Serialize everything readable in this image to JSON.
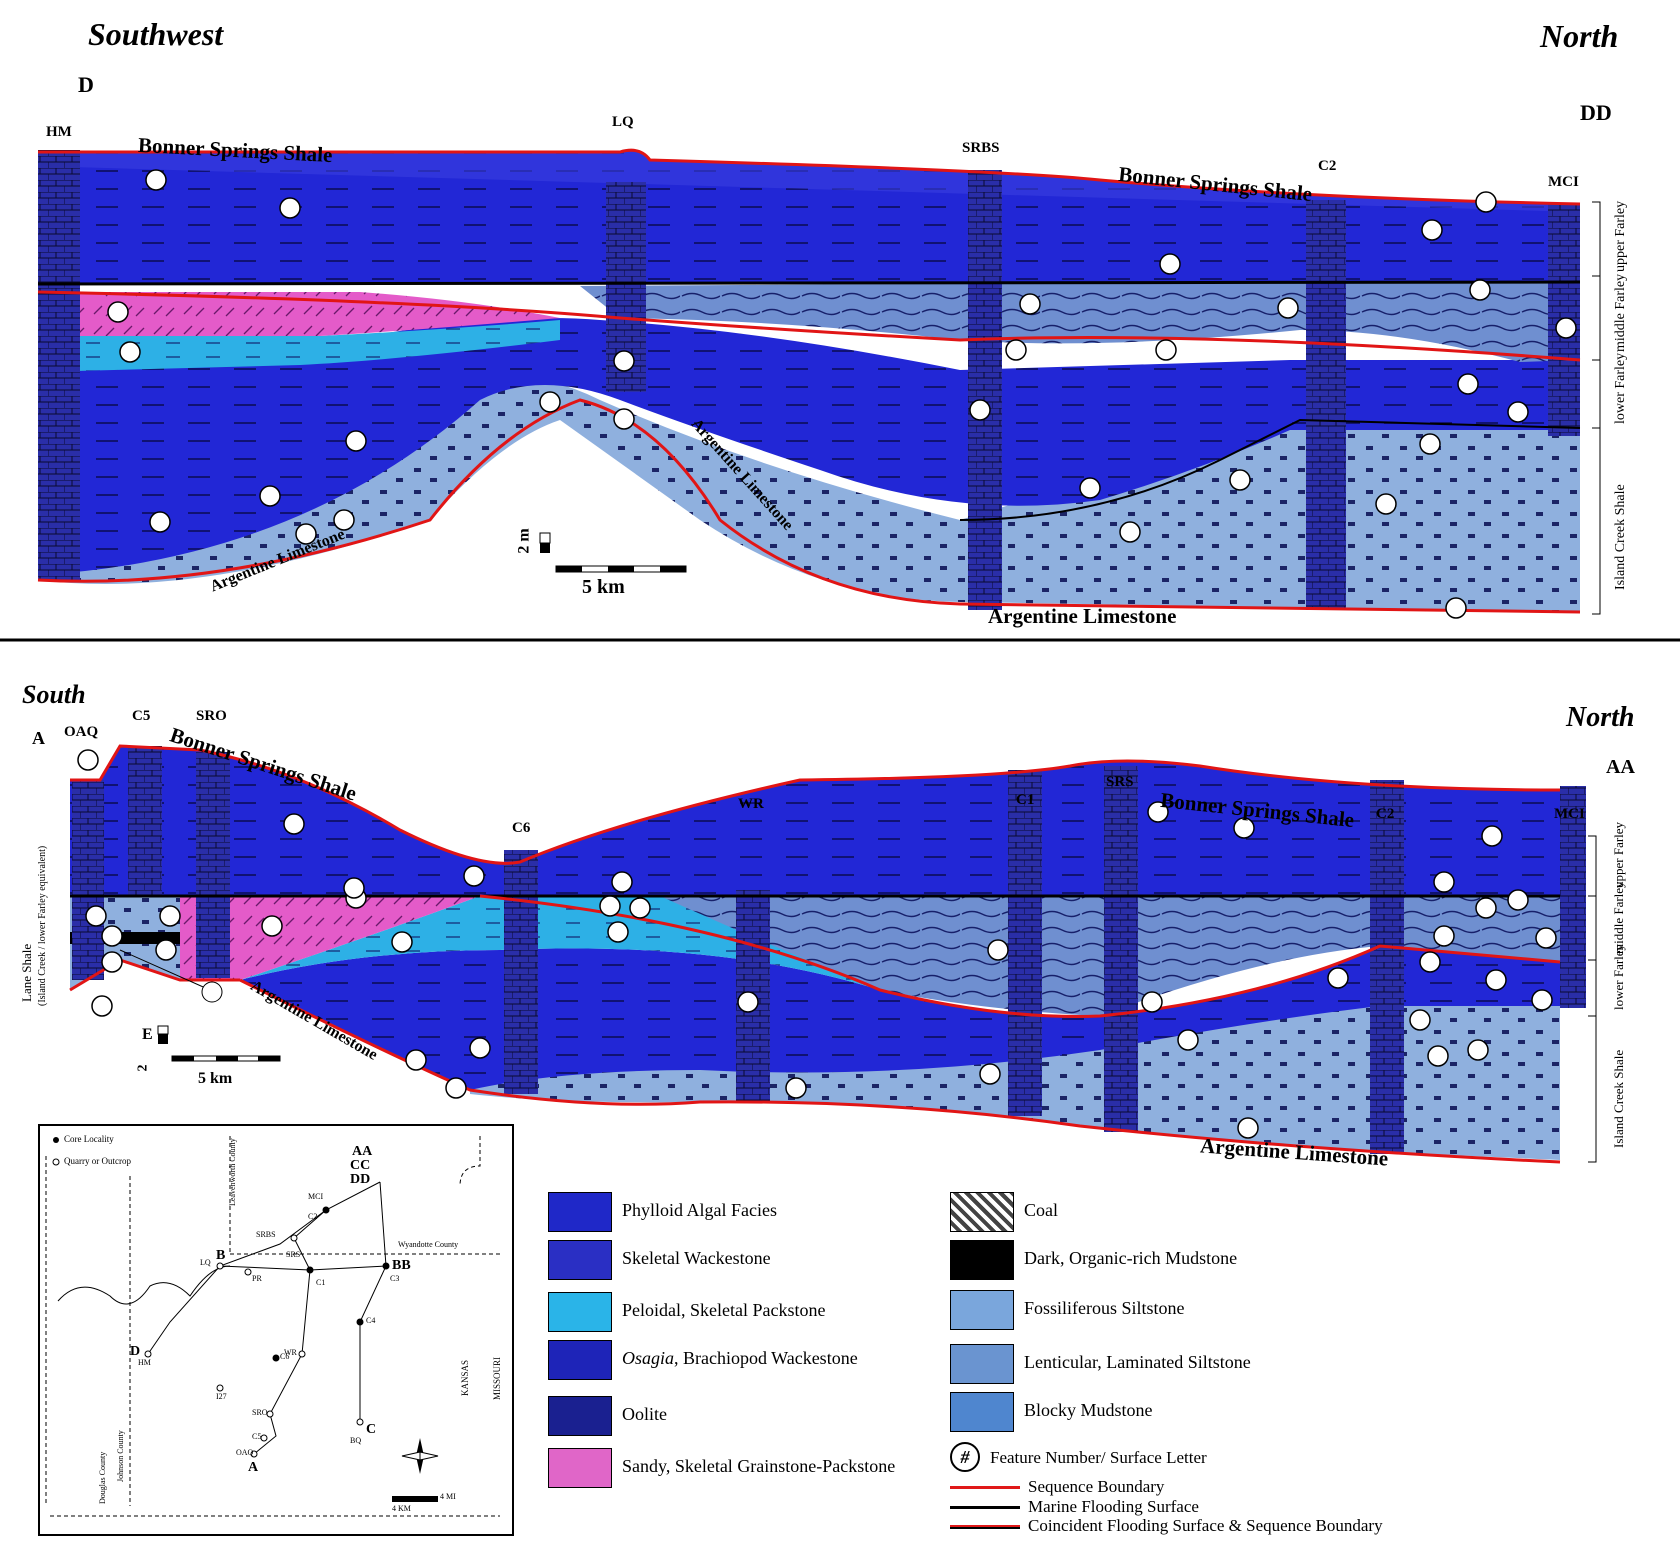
{
  "section_a": {
    "left_direction": "Southwest",
    "right_direction": "North",
    "left_letter": "D",
    "right_letter": "DD",
    "localities": [
      "HM",
      "LQ",
      "SRBS",
      "C2",
      "MCI"
    ],
    "unit_bonner_left": "Bonner Springs Shale",
    "unit_bonner_right": "Bonner Springs Shale",
    "unit_argentine_left": "Argentine Limestone",
    "unit_argentine_mid": "Argentine Limestone",
    "unit_argentine_bottom": "Argentine Limestone",
    "scale_vertical": "2 m",
    "scale_horizontal": "5 km",
    "side_units": [
      "upper Farley",
      "middle Farley",
      "lower Farley",
      "Island Creek Shale"
    ]
  },
  "section_b": {
    "left_direction": "South",
    "right_direction": "North",
    "left_letter": "A",
    "right_letter": "AA",
    "localities": [
      "OAQ",
      "C5",
      "SRO",
      "C6",
      "WR",
      "C1",
      "SRS",
      "C2",
      "MCI"
    ],
    "unit_bonner_left": "Bonner Springs Shale",
    "unit_bonner_right": "Bonner Springs Shale",
    "unit_argentine_left": "Argentine Limestone",
    "unit_argentine_bottom": "Argentine Limestone",
    "left_side_label": "Lane Shale",
    "left_side_sublabel": "(Island Creek / lower Farley equivalent)",
    "scale_vertical": "2",
    "scale_letter": "E",
    "scale_horizontal": "5 km",
    "side_units": [
      "upper Farley",
      "middle Farley",
      "lower Farley",
      "Island Creek Shale"
    ]
  },
  "map": {
    "legend_core": "Core Locality",
    "legend_quarry": "Quarry or Outcrop",
    "county_leavenworth": "Leavenworth County",
    "county_wyandotte": "Wyandotte County",
    "county_douglas": "Douglas County",
    "county_johnson": "Johnson County",
    "state_kansas": "KANSAS",
    "state_missouri": "MISSOURI",
    "end_labels": [
      "AA",
      "CC",
      "DD",
      "BB",
      "C",
      "D",
      "B",
      "A"
    ],
    "sites": [
      "MCI",
      "C2",
      "SRBS",
      "SRS",
      "LQ",
      "PR",
      "C1",
      "C3",
      "C4",
      "WR",
      "C6",
      "HM",
      "I27",
      "SRO",
      "C5",
      "OAQ",
      "BQ"
    ],
    "scale_mi": "4 MI",
    "scale_km": "4 KM"
  },
  "legend": {
    "left": [
      {
        "label": "Phylloid Algal Facies",
        "color": "#1f28c8"
      },
      {
        "label": "Skeletal Wackestone",
        "color": "#2a2fc4"
      },
      {
        "label": "Peloidal, Skeletal Packstone",
        "color": "#2ab4e8"
      },
      {
        "label_italic": "Osagia",
        "label_rest": ", Brachiopod Wackestone",
        "color": "#1e24b8"
      },
      {
        "label": "Oolite",
        "color": "#1a2090"
      },
      {
        "label": "Sandy, Skeletal Grainstone-Packstone",
        "color": "#e066c8"
      }
    ],
    "right": [
      {
        "label": "Coal",
        "color": "#cccccc"
      },
      {
        "label": "Dark, Organic-rich Mudstone",
        "color": "#000000"
      },
      {
        "label": "Fossiliferous Siltstone",
        "color": "#7aa6dc"
      },
      {
        "label": "Lenticular, Laminated Siltstone",
        "color": "#6a94d0"
      },
      {
        "label": "Blocky Mudstone",
        "color": "#4f86cf"
      }
    ],
    "feature_symbol": "#",
    "feature_label": "Feature Number/ Surface Letter",
    "lines": [
      {
        "label": "Sequence Boundary",
        "color": "#e01818"
      },
      {
        "label": "Marine Flooding Surface",
        "color": "#000000"
      },
      {
        "label": "Coincident Flooding Surface & Sequence Boundary",
        "color": "#e01818"
      }
    ]
  }
}
